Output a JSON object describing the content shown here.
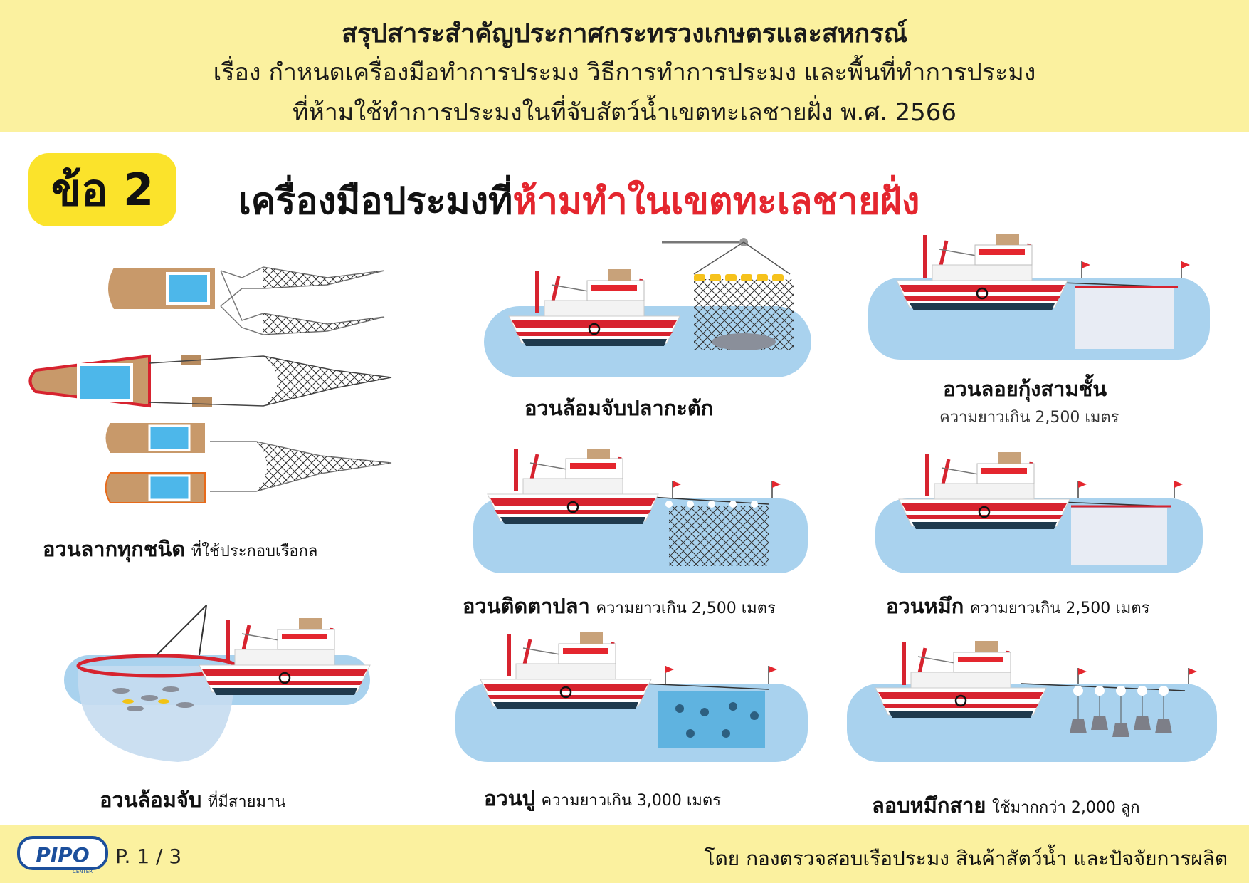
{
  "header": {
    "line1": "สรุปสาระสำคัญประกาศกระทรวงเกษตรและสหกรณ์",
    "line2": "เรื่อง กำหนดเครื่องมือทำการประมง วิธีการทำการประมง และพื้นที่ทำการประมง",
    "line3": "ที่ห้ามใช้ทำการประมงในที่จับสัตว์น้ำเขตทะเลชายฝั่ง พ.ศ. 2566"
  },
  "badge": "ข้อ 2",
  "title": {
    "part1": "เครื่องมือประมงที่",
    "part2": "ห้ามทำในเขตทะเลชายฝั่ง"
  },
  "items": [
    {
      "name": "อวนลากทุกชนิด",
      "detail": "ที่ใช้ประกอบเรือกล"
    },
    {
      "name": "อวนล้อมจับ",
      "detail": "ที่มีสายมาน"
    },
    {
      "name": "อวนล้อมจับปลากะตัก",
      "detail": ""
    },
    {
      "name": "อวนติดตาปลา",
      "detail": "ความยาวเกิน 2,500 เมตร"
    },
    {
      "name": "อวนปู",
      "detail": "ความยาวเกิน 3,000 เมตร"
    },
    {
      "name": "อวนลอยกุ้งสามชั้น",
      "detail": "ความยาวเกิน 2,500 เมตร"
    },
    {
      "name": "อวนหมึก",
      "detail": "ความยาวเกิน 2,500 เมตร"
    },
    {
      "name": "ลอบหมึกสาย",
      "detail": "ใช้มากกว่า 2,000 ลูก"
    }
  ],
  "footer": {
    "logo_text": "PIPO",
    "logo_sub": "CENTER",
    "page": "P. 1 / 3",
    "byline": "โดย กองตรวจสอบเรือประมง สินค้าสัตว์น้ำ และปัจจัยการผลิต"
  },
  "colors": {
    "header_bg": "#fbf19f",
    "badge_bg": "#fbe32b",
    "accent_red": "#e4262e",
    "water": "#a9d2ee",
    "hull_red": "#d7232f",
    "hull_dark": "#1f3a4d"
  }
}
